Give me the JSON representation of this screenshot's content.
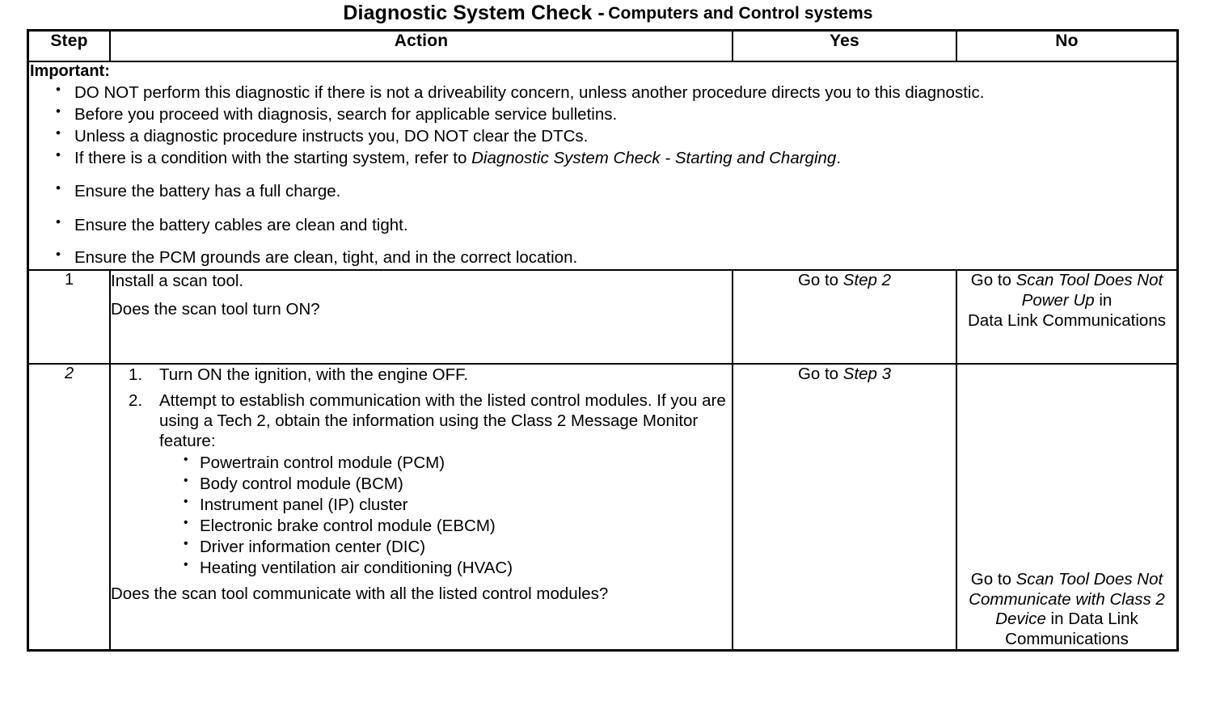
{
  "title": {
    "main": "Diagnostic System Check -",
    "sub": "Computers and Control systems"
  },
  "table": {
    "headers": {
      "step": "Step",
      "action": "Action",
      "yes": "Yes",
      "no": "No"
    },
    "important": {
      "label": "Important:",
      "bullets": [
        "DO NOT perform this diagnostic if there is not a driveability concern, unless another procedure directs you to this diagnostic.",
        "Before you proceed with diagnosis, search for applicable service bulletins.",
        "Unless a diagnostic procedure instructs you, DO NOT clear the DTCs.",
        "Ensure the battery has a full charge.",
        "Ensure the battery cables are clean and tight.",
        "Ensure the PCM grounds are clean, tight, and in the correct location."
      ],
      "bullet_starting_charging": {
        "prefix": "If there is a condition with the starting system, refer to ",
        "italic": "Diagnostic System Check - Starting and Charging",
        "suffix": "."
      }
    },
    "rows": [
      {
        "step": "1",
        "action_lines": [
          "Install a scan tool.",
          "Does the scan tool turn ON?"
        ],
        "yes": {
          "prefix": "Go to ",
          "italic": "Step 2",
          "suffix": ""
        },
        "no": {
          "prefix": "Go to ",
          "italic": "Scan Tool Does Not Power Up",
          "mid": " in",
          "tail": "Data Link Communications"
        }
      },
      {
        "step": "2",
        "numbered": [
          "Turn ON the ignition, with the engine OFF.",
          "Attempt to establish communication with the listed control modules. If you are using a Tech 2, obtain the information using the Class 2 Message Monitor feature:"
        ],
        "modules": [
          "Powertrain control module (PCM)",
          "Body control module (BCM)",
          "Instrument panel (IP) cluster",
          "Electronic brake control module (EBCM)",
          "Driver information center (DIC)",
          "Heating ventilation air conditioning (HVAC)"
        ],
        "closing_question": "Does the scan tool communicate with all the listed control modules?",
        "yes": {
          "prefix": "Go to ",
          "italic": "Step 3",
          "suffix": ""
        },
        "no": {
          "prefix": "Go to ",
          "italic": "Scan Tool Does Not Communicate with Class 2 Device",
          "mid": " in Data Link",
          "tail": "Communications"
        }
      }
    ]
  }
}
